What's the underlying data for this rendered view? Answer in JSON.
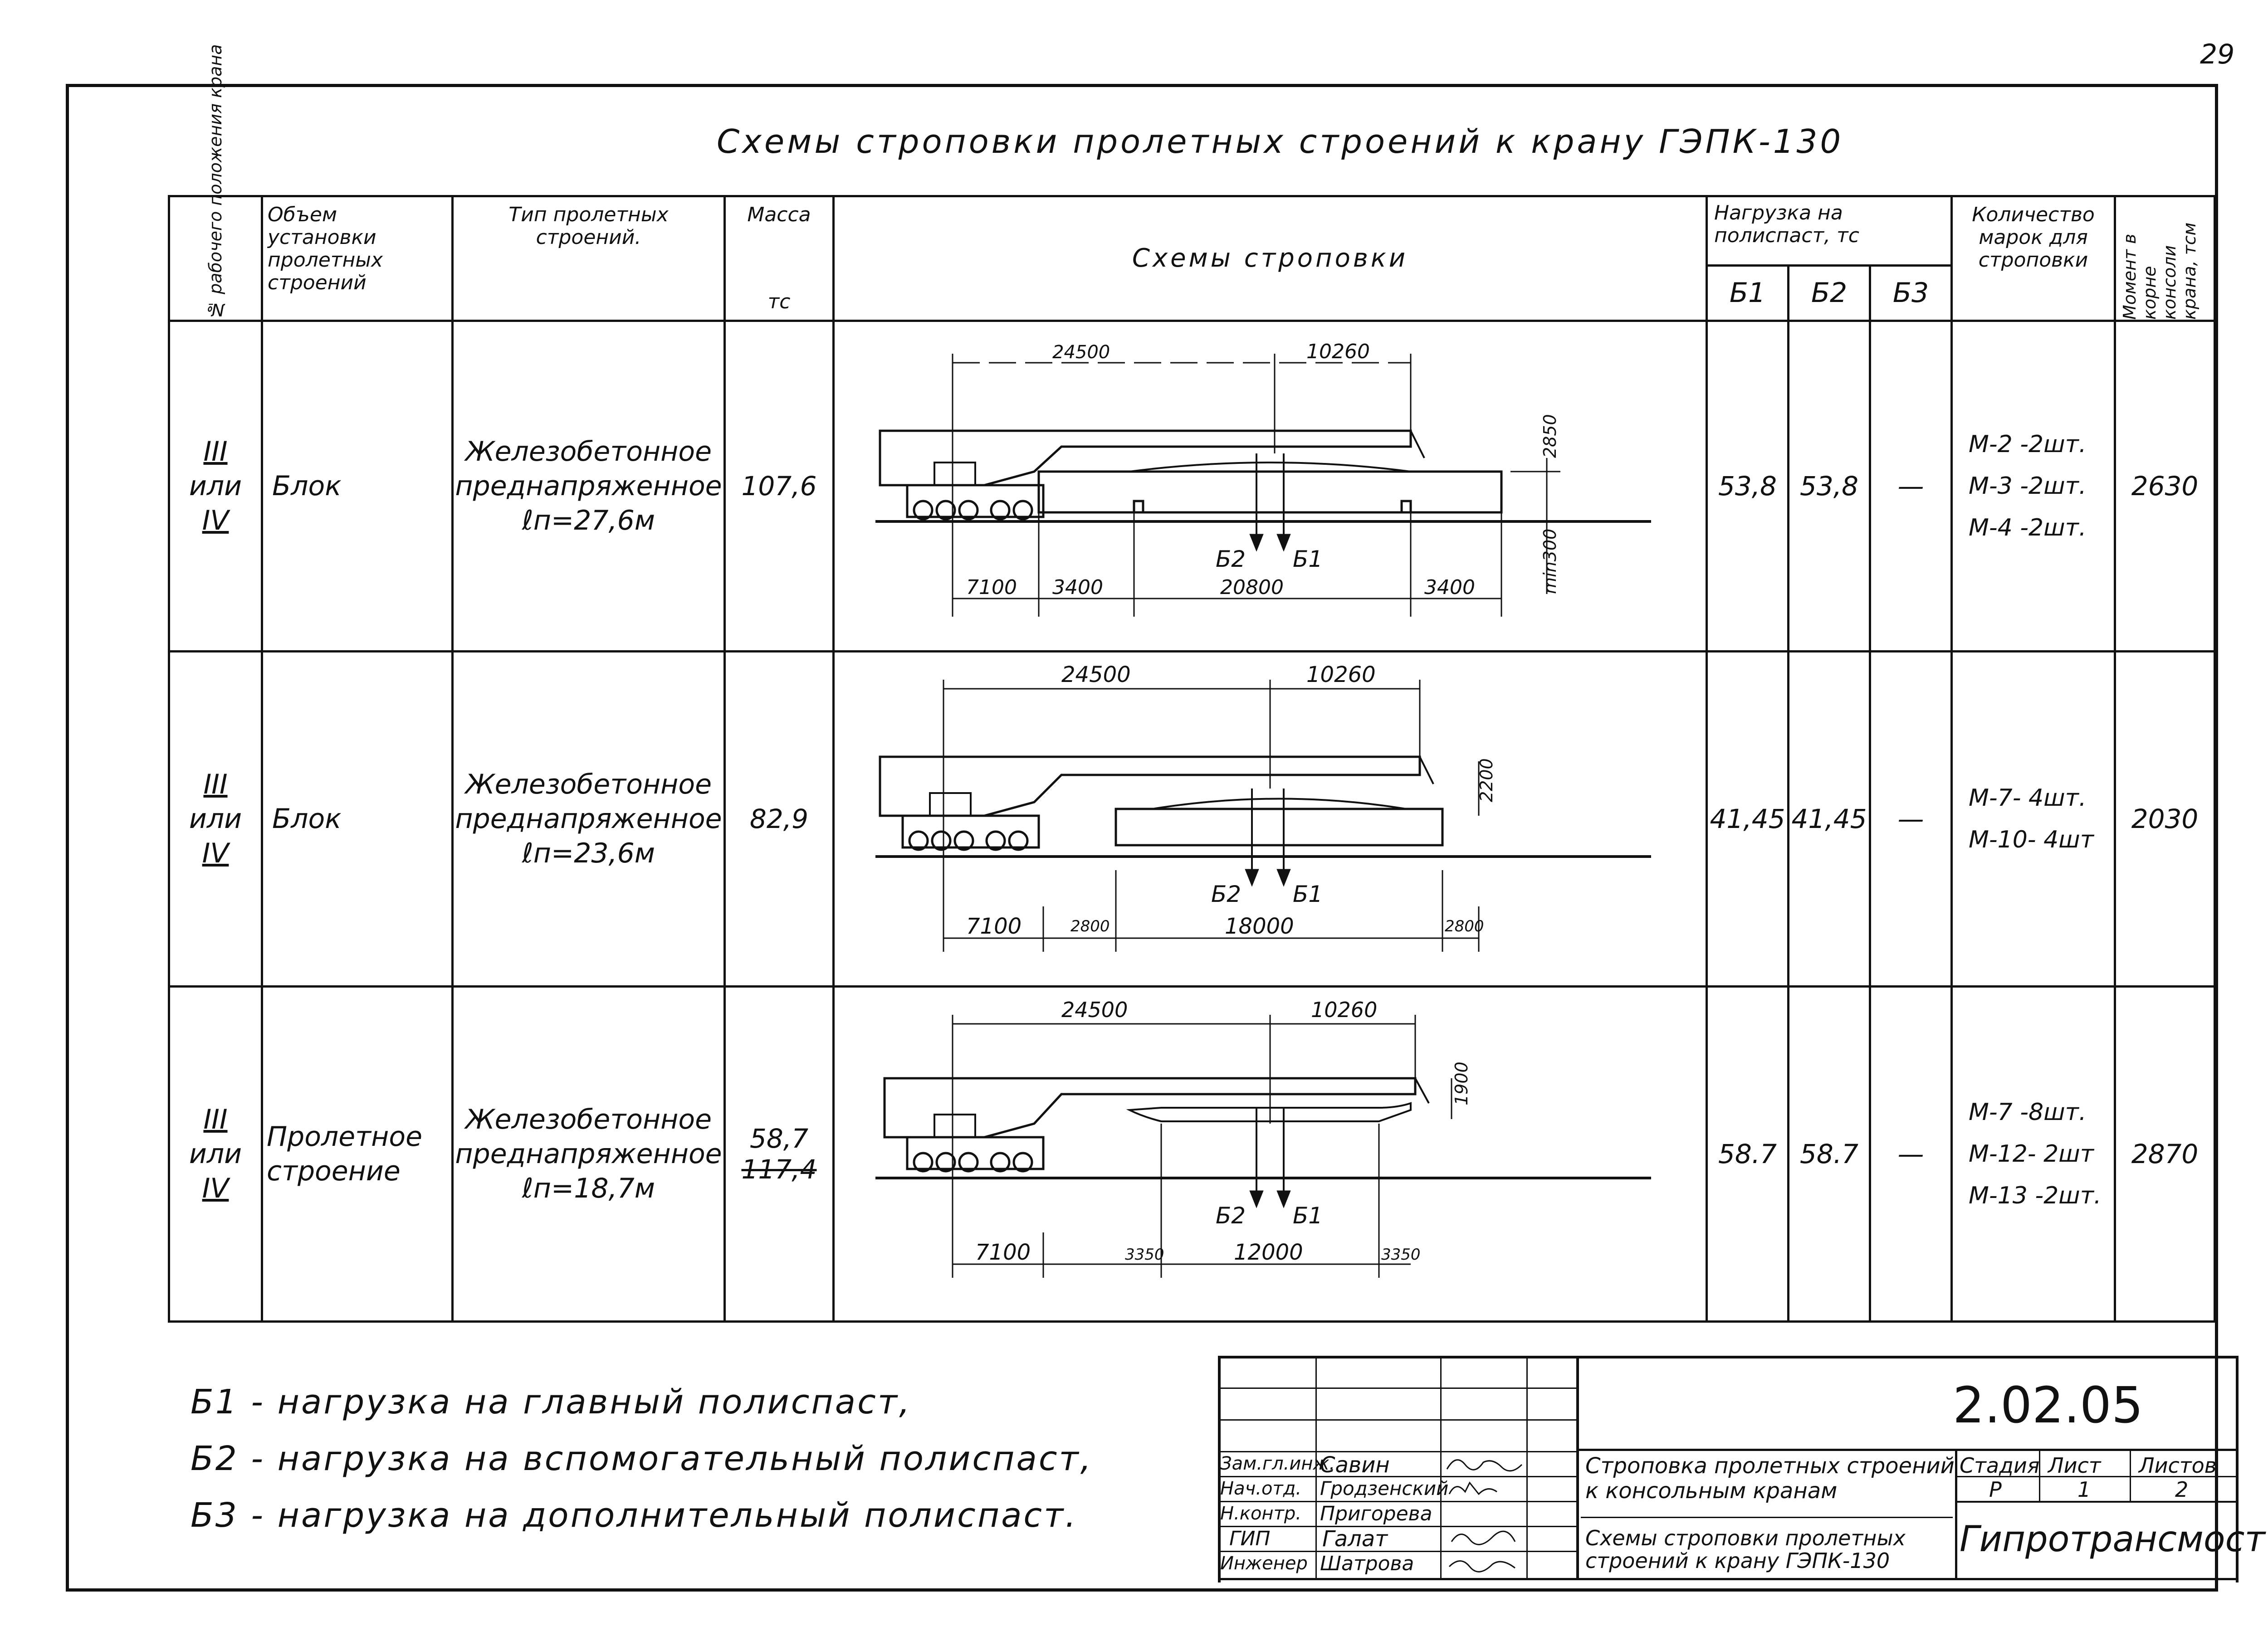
{
  "page_number": "29",
  "title": "Схемы строповки пролетных строений к крану ГЭПК-130",
  "table": {
    "headers": {
      "position": "№ рабочего положения крана",
      "scope": "Объем установки пролетных строений",
      "type": "Тип пролетных строений.",
      "mass": "Масса",
      "mass_unit": "тс",
      "schemes": "Схемы строповки",
      "load": "Нагрузка на полиспаст, тс",
      "b1": "Б1",
      "b2": "Б2",
      "b3": "Б3",
      "marks": "Количество марок для строповки",
      "moment": "Момент в корне консоли крана, тсм"
    },
    "rows": [
      {
        "position": [
          "III",
          "или",
          "IV"
        ],
        "scope": "Блок",
        "type": [
          "Железобетонное",
          "преднапряженное",
          "ℓп=27,6м"
        ],
        "mass": [
          "107,6"
        ],
        "b1": "53,8",
        "b2": "53,8",
        "b3": "—",
        "marks": [
          "М-2 -2шт.",
          "М-3 -2шт.",
          "М-4 -2шт."
        ],
        "moment": "2630",
        "dims": {
          "top_left": "24500",
          "top_right": "10260",
          "height": "2850",
          "clearance": "min300",
          "bottom": [
            "7100",
            "3400",
            "20800",
            "3400"
          ]
        }
      },
      {
        "position": [
          "III",
          "или",
          "IV"
        ],
        "scope": "Блок",
        "type": [
          "Железобетонное",
          "преднапряженное",
          "ℓп=23,6м"
        ],
        "mass": [
          "82,9"
        ],
        "b1": "41,45",
        "b2": "41,45",
        "b3": "—",
        "marks": [
          "М-7- 4шт.",
          "М-10- 4шт"
        ],
        "moment": "2030",
        "dims": {
          "top_left": "24500",
          "top_right": "10260",
          "height": "2200",
          "bottom": [
            "7100",
            "2800",
            "18000",
            "2800"
          ]
        }
      },
      {
        "position": [
          "III",
          "или",
          "IV"
        ],
        "scope": "Пролетное строение",
        "type": [
          "Железобетонное",
          "преднапряженное",
          "ℓп=18,7м"
        ],
        "mass": [
          "58,7",
          "117,4"
        ],
        "b1": "58.7",
        "b2": "58.7",
        "b3": "—",
        "marks": [
          "М-7 -8шт.",
          "М-12- 2шт",
          "М-13 -2шт."
        ],
        "moment": "2870",
        "dims": {
          "top_left": "24500",
          "top_right": "10260",
          "height": "1900",
          "bottom": [
            "7100",
            "3350",
            "12000",
            "3350"
          ]
        }
      }
    ],
    "load_labels": {
      "b1": "Б1",
      "b2": "Б2"
    }
  },
  "legend": [
    "Б1 - нагрузка на главный полиспаст,",
    "Б2 - нагрузка на вспомогательный полиспаст,",
    "Б3 - нагрузка на дополнительный полиспаст."
  ],
  "title_block": {
    "doc_number": "2.02.05",
    "roles": [
      "Зам.гл.инж.",
      "Нач.отд.",
      "Н.контр.",
      "ГИП",
      "Инженер"
    ],
    "names": [
      "Савин",
      "Гродзенский",
      "Пригорева",
      "Галат",
      "Шатрова"
    ],
    "doc_title": [
      "Строповка пролетных строений",
      "к консольным кранам"
    ],
    "sheet_title": [
      "Схемы строповки пролетных",
      "строений к крану ГЭПК-130"
    ],
    "stage_label": "Стадия",
    "sheet_label": "Лист",
    "sheets_label": "Листов",
    "stage": "Р",
    "sheet": "1",
    "sheets": "2",
    "org": "Гипротрансмост"
  }
}
